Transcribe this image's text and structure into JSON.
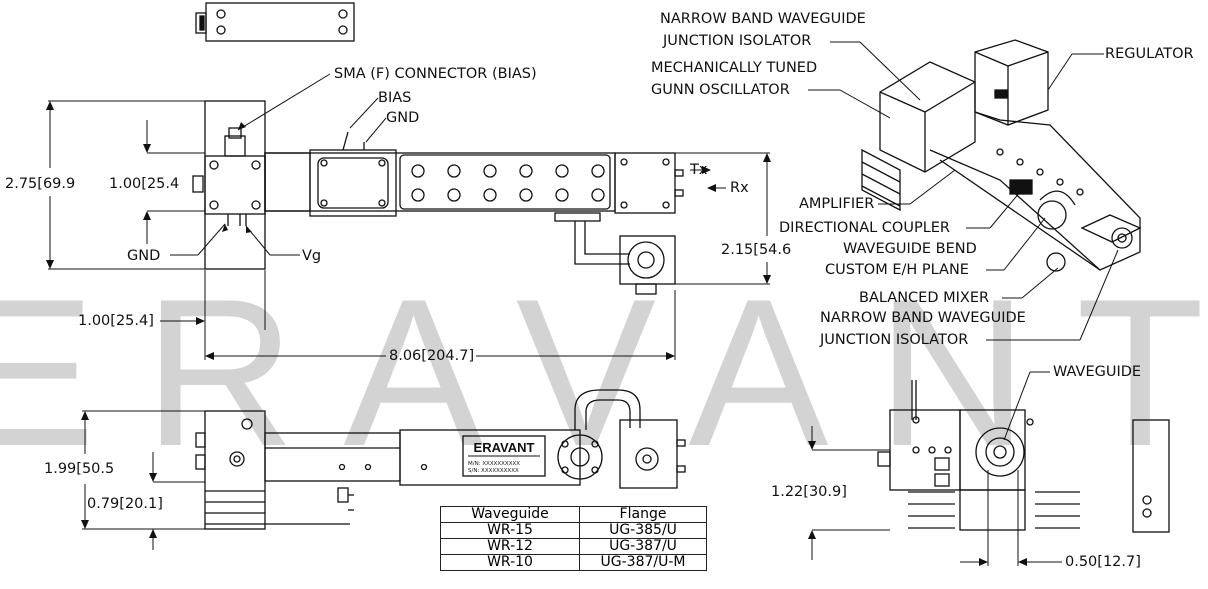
{
  "watermark": "ERAVANT",
  "callouts": {
    "sma_connector": "SMA (F) CONNECTOR (BIAS)",
    "bias": "BIAS",
    "gnd_top": "GND",
    "gnd_left": "GND",
    "vg": "Vg",
    "tx": "Tx",
    "rx": "Rx",
    "narrow_band_1a": "NARROW BAND WAVEGUIDE",
    "narrow_band_1b": "JUNCTION ISOLATOR",
    "regulator": "REGULATOR",
    "gunn_a": "MECHANICALLY TUNED",
    "gunn_b": "GUNN OSCILLATOR",
    "amplifier": "AMPLIFIER",
    "coupler": "DIRECTIONAL COUPLER",
    "bend_a": "WAVEGUIDE BEND",
    "bend_b": "CUSTOM E/H PLANE",
    "mixer": "BALANCED MIXER",
    "narrow_band_2a": "NARROW BAND WAVEGUIDE",
    "narrow_band_2b": "JUNCTION ISOLATOR",
    "waveguide": "WAVEGUIDE"
  },
  "dimensions": {
    "height_275": "2.75[69.9",
    "d_100a": "1.00[25.4",
    "d_215": "2.15[54.6",
    "d_100b": "1.00[25.4]",
    "d_806": "8.06[204.7]",
    "d_199": "1.99[50.5",
    "d_079": "0.79[20.1]",
    "d_122": "1.22[30.9]",
    "d_050": "0.50[12.7]"
  },
  "label_plate": {
    "brand": "ERAVANT",
    "mn": "M/N: XXXXXXXXXX",
    "sn": "S/N: XXXXXXXXXX"
  },
  "flange_table": {
    "headers": [
      "Waveguide",
      "Flange"
    ],
    "rows": [
      [
        "WR-15",
        "UG-385/U"
      ],
      [
        "WR-12",
        "UG-387/U"
      ],
      [
        "WR-10",
        "UG-387/U-M"
      ]
    ]
  }
}
